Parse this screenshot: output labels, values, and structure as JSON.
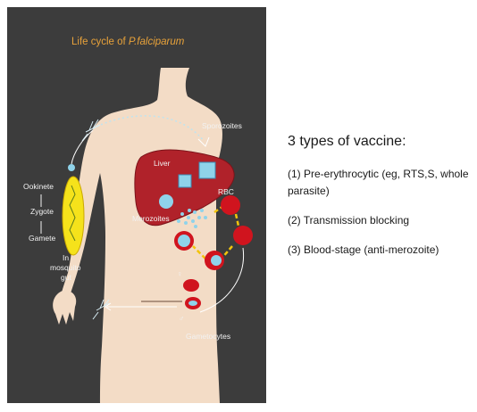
{
  "diagram": {
    "title_prefix": "Life cycle of ",
    "title_species": "P.falciparum",
    "labels": {
      "sporozoites": "Sporozoites",
      "liver": "Liver",
      "rbc": "RBC",
      "merozoites": "Merozoites",
      "gametocytes": "Gametocytes",
      "ookinete": "Ookinete",
      "zygote": "Zygote",
      "gamete": "Gamete",
      "in_mosquito_gut": [
        "In",
        "mosquito",
        "gut"
      ],
      "female_symbol": "♀",
      "male_symbol": "♂"
    },
    "colors": {
      "background": "#3c3c3c",
      "skin": "#f3dcc6",
      "liver": "#b0222a",
      "rbc": "#d0141e",
      "parasite": "#8fd3ea",
      "gut": "#f5e21b",
      "arrow_yellow": "#f2c40c",
      "title": "#e8a23a"
    }
  },
  "vaccine": {
    "heading": "3 types of vaccine:",
    "items": [
      "(1) Pre-erythrocytic (eg, RTS,S, whole parasite)",
      "(2) Transmission blocking",
      "(3) Blood-stage (anti-merozoite)"
    ]
  }
}
